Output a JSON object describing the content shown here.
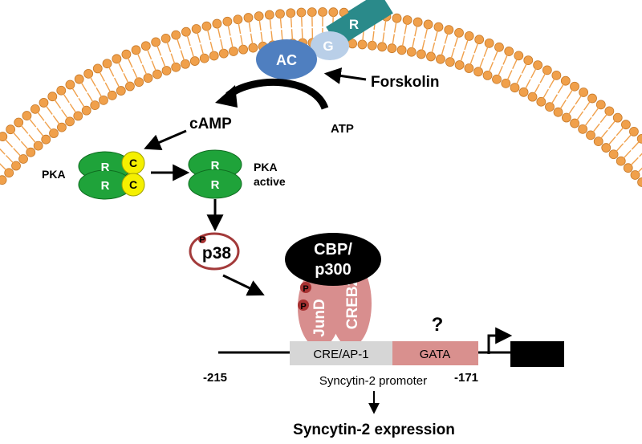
{
  "colors": {
    "membrane": "#f0a04b",
    "membrane_edge": "#c77a2a",
    "ac": "#4f7fc0",
    "g_protein": "#b9cfe8",
    "receptor": "#2a8a8a",
    "pka_r": "#1fa33a",
    "pka_c": "#f5f000",
    "p38_ring": "#a33a3a",
    "cbp": "#000000",
    "tf": "#d88e8e",
    "phospho": "#a83232",
    "promoter_gray": "#d6d6d6",
    "gata_box": "#d9908e",
    "gene_box": "#000000"
  },
  "labels": {
    "ac": "AC",
    "g": "G",
    "r_receptor": "R",
    "forskolin": "Forskolin",
    "atp": "ATP",
    "camp": "cAMP",
    "pka": "PKA",
    "pka_active_line1": "PKA",
    "pka_active_line2": "active",
    "r_subunit": "R",
    "c_subunit": "C",
    "phospho_p": "P",
    "p38": "p38",
    "cbp_line1": "CBP/",
    "cbp_line2": "p300",
    "jund": "JunD",
    "creb2": "CREB2",
    "question": "?",
    "cre_ap1": "CRE/AP-1",
    "gata": "GATA",
    "pos_left": "-215",
    "pos_right": "-171",
    "promoter": "Syncytin-2 promoter",
    "expression": "Syncytin-2 expression"
  }
}
